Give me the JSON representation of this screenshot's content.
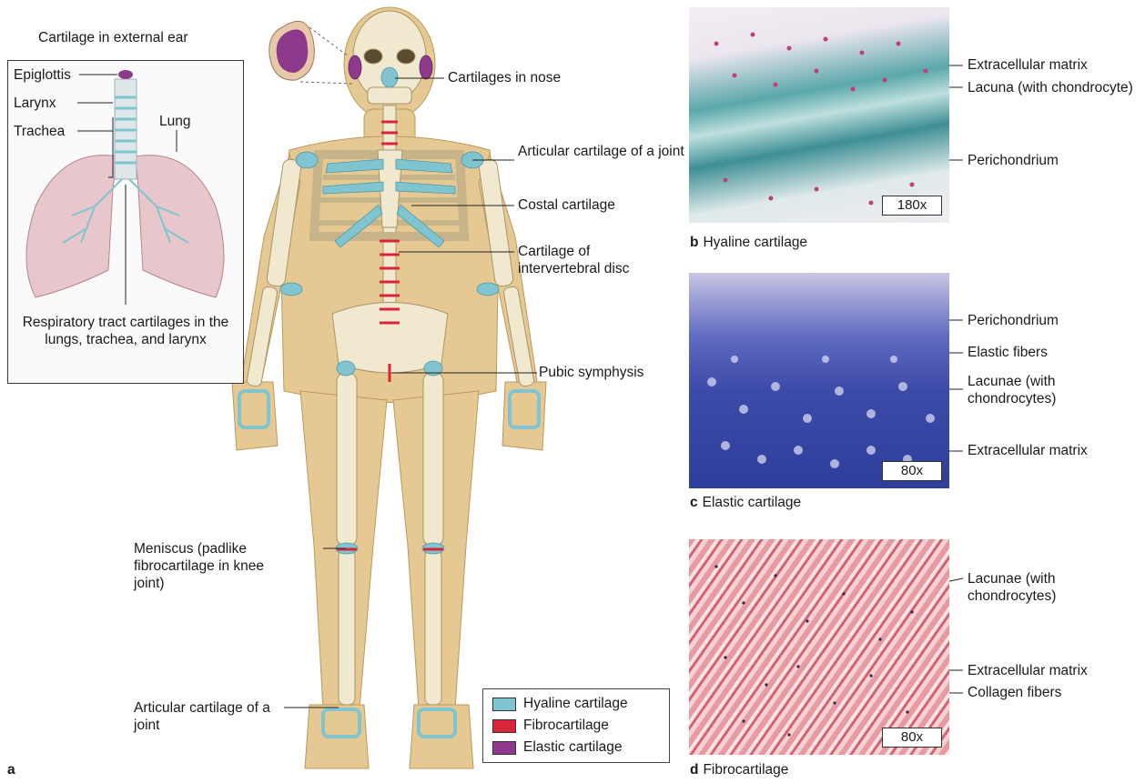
{
  "colors": {
    "hyaline": "#7fc4cf",
    "fibro": "#d9253a",
    "elastic": "#8e3a8c",
    "bone": "#efe6c8",
    "skin": "#e6c893"
  },
  "figure_a": {
    "letter": "a",
    "labels": {
      "external_ear": "Cartilage in external ear",
      "nose": "Cartilages in nose",
      "articular_joint_upper": "Articular cartilage of a joint",
      "costal": "Costal cartilage",
      "intervertebral": "Cartilage of intervertebral disc",
      "pubic": "Pubic symphysis",
      "meniscus": "Meniscus (padlike fibrocartilage in knee joint)",
      "articular_joint_lower": "Articular cartilage of a joint"
    },
    "inset": {
      "epiglottis": "Epiglottis",
      "larynx": "Larynx",
      "trachea": "Trachea",
      "lung": "Lung",
      "respiratory": "Respiratory tract cartilages in the lungs, trachea, and larynx"
    },
    "legend": [
      {
        "label": "Hyaline cartilage",
        "color_key": "hyaline"
      },
      {
        "label": "Fibrocartilage",
        "color_key": "fibro"
      },
      {
        "label": "Elastic cartilage",
        "color_key": "elastic"
      }
    ]
  },
  "panel_b": {
    "letter": "b",
    "caption": "Hyaline cartilage",
    "scale": "180x",
    "labels": {
      "ecm": "Extracellular matrix",
      "lacuna": "Lacuna (with chondrocyte)",
      "perichondrium": "Perichondrium"
    }
  },
  "panel_c": {
    "letter": "c",
    "caption": "Elastic cartilage",
    "scale": "80x",
    "labels": {
      "perichondrium": "Perichondrium",
      "elastic_fibers": "Elastic fibers",
      "lacunae": "Lacunae (with chondrocytes)",
      "ecm": "Extracellular matrix"
    }
  },
  "panel_d": {
    "letter": "d",
    "caption": "Fibrocartilage",
    "scale": "80x",
    "labels": {
      "lacunae": "Lacunae (with chondrocytes)",
      "ecm": "Extracellular matrix",
      "collagen": "Collagen fibers"
    }
  }
}
